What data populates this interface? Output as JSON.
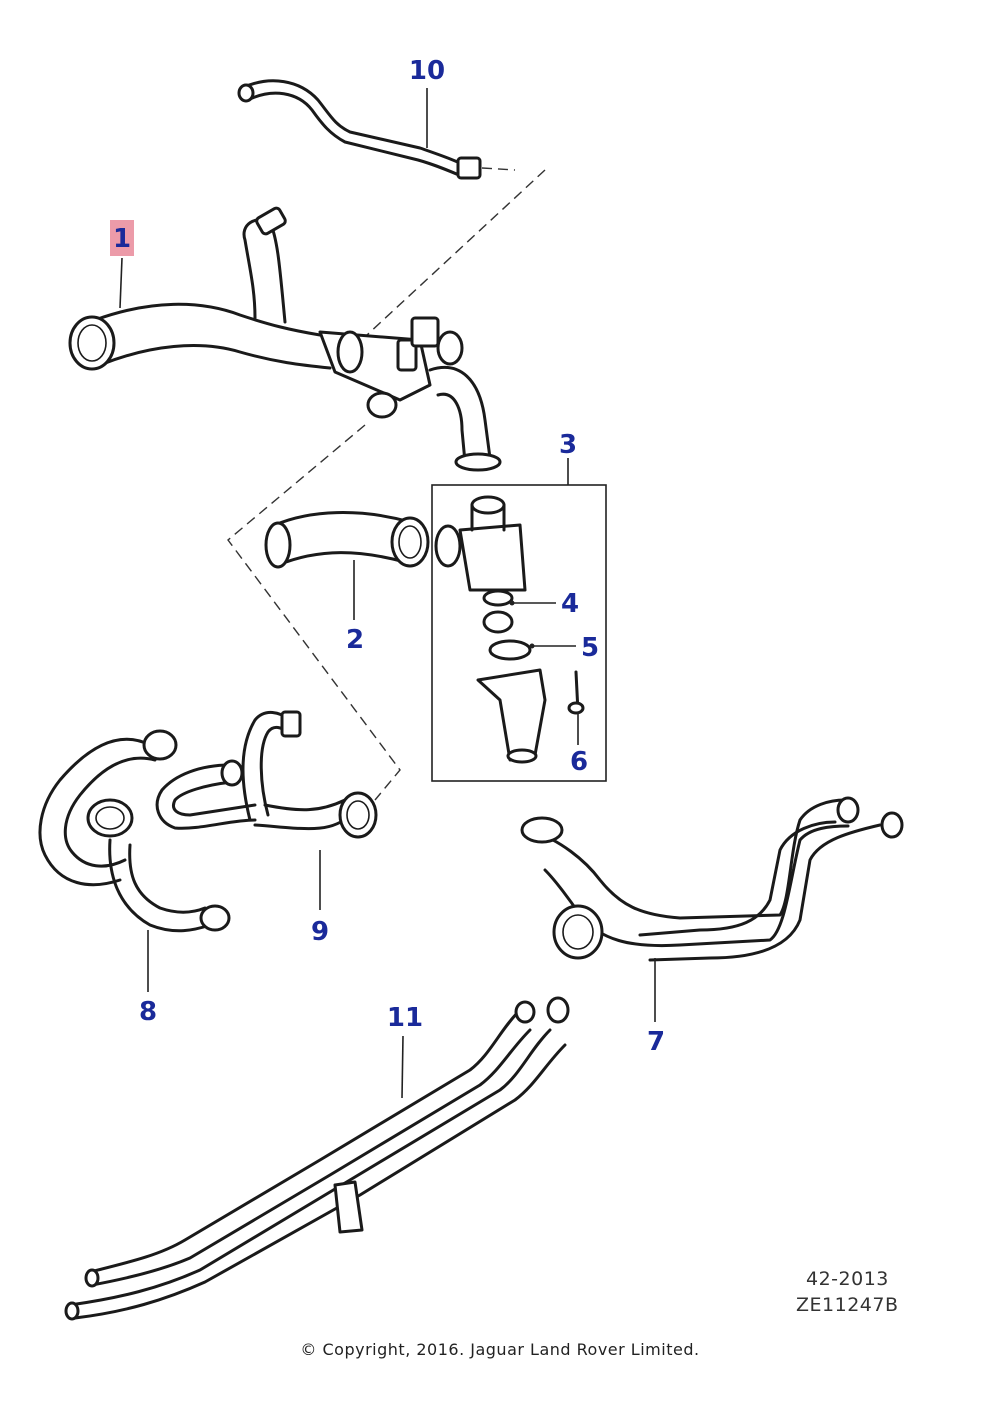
{
  "callouts": [
    {
      "id": "1",
      "label": "1"
    },
    {
      "id": "2",
      "label": "2"
    },
    {
      "id": "3",
      "label": "3"
    },
    {
      "id": "4",
      "label": "4"
    },
    {
      "id": "5",
      "label": "5"
    },
    {
      "id": "6",
      "label": "6"
    },
    {
      "id": "7",
      "label": "7"
    },
    {
      "id": "8",
      "label": "8"
    },
    {
      "id": "9",
      "label": "9"
    },
    {
      "id": "10",
      "label": "10"
    },
    {
      "id": "11",
      "label": "11"
    }
  ],
  "highlighted_callout": "1",
  "highlight_color": "#e98a9a",
  "callout_color": "#1a2a9a",
  "reference": {
    "section": "42-2013",
    "drawing_id": "ZE11247B"
  },
  "copyright": "© Copyright, 2016. Jaguar Land Rover Limited."
}
